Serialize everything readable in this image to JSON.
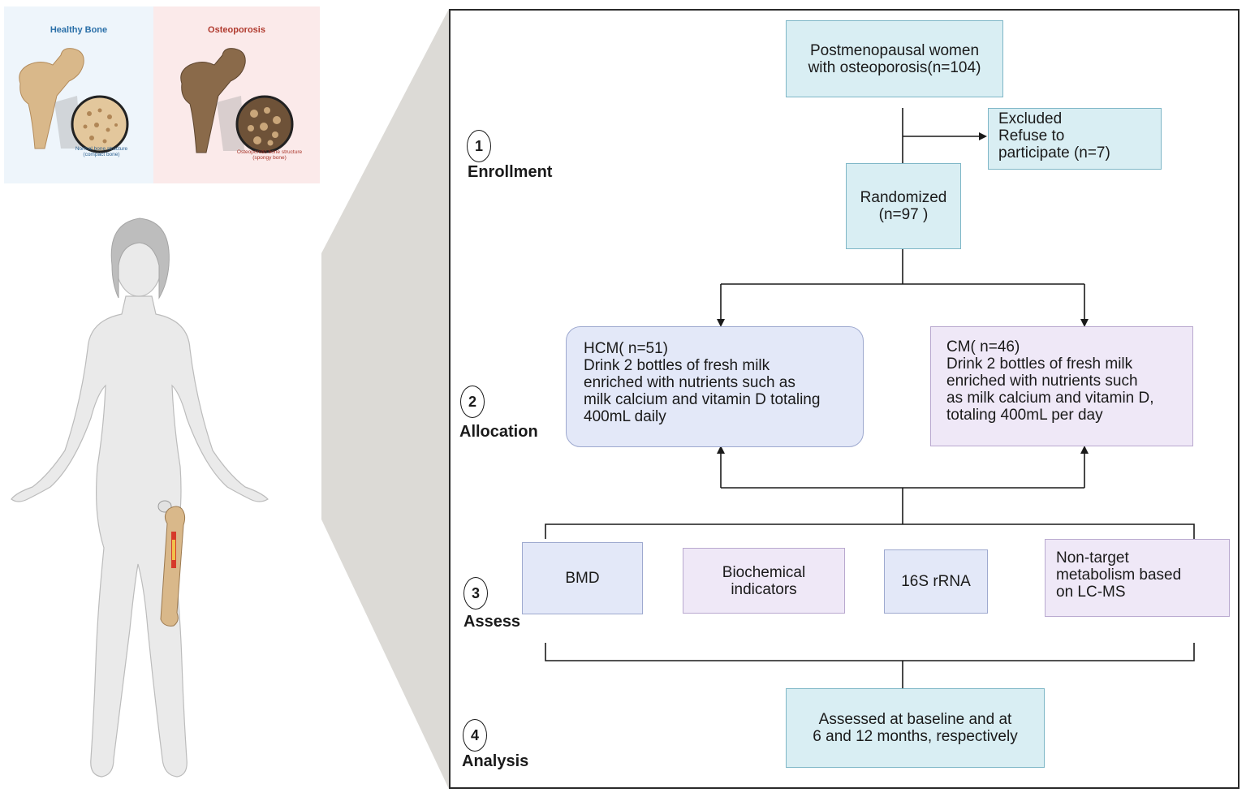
{
  "bone_panels": {
    "healthy": {
      "title": "Healthy Bone",
      "caption_line1": "Normal bone structure",
      "caption_line2": "(compact bone)"
    },
    "osteoporosis": {
      "title": "Osteoporosis",
      "caption_line1": "Osteoporotic bone structure",
      "caption_line2": "(spongy bone)"
    }
  },
  "steps": [
    {
      "number": "1",
      "label": "Enrollment"
    },
    {
      "number": "2",
      "label": "Allocation"
    },
    {
      "number": "3",
      "label": "Assess"
    },
    {
      "number": "4",
      "label": "Analysis"
    }
  ],
  "flowchart": {
    "population": {
      "line1": "Postmenopausal women",
      "line2": "with osteoporosis(n=104)"
    },
    "excluded": {
      "line1": "Excluded",
      "line2": "Refuse to",
      "line3": "participate (n=7)"
    },
    "randomized": {
      "line1": "Randomized",
      "line2": "(n=97 )"
    },
    "hcm": {
      "line1": "HCM( n=51)",
      "line2": "Drink 2 bottles of fresh milk",
      "line3": "enriched with nutrients such as",
      "line4": "milk calcium and vitamin D totaling",
      "line5": "400mL daily"
    },
    "cm": {
      "line1": "CM( n=46)",
      "line2": "Drink 2 bottles of fresh milk",
      "line3": "enriched with nutrients such",
      "line4": "as milk calcium and vitamin D,",
      "line5": "totaling 400mL per day"
    },
    "assessments": {
      "bmd": "BMD",
      "biochem_line1": "Biochemical",
      "biochem_line2": "indicators",
      "rrna": "16S rRNA",
      "lcms_line1": "Non-target",
      "lcms_line2": "metabolism based",
      "lcms_line3": "on LC-MS"
    },
    "analysis": {
      "line1": "Assessed at baseline and at",
      "line2": "6 and 12 months, respectively"
    }
  },
  "colors": {
    "teal_box": "#d9eef3",
    "blue_box": "#e3e8f8",
    "purple_box": "#efe8f7",
    "healthy_title": "#2a6fa8",
    "osteo_title": "#b03a2e",
    "bone": "#d9b88a",
    "body": "#e9e9e9"
  }
}
